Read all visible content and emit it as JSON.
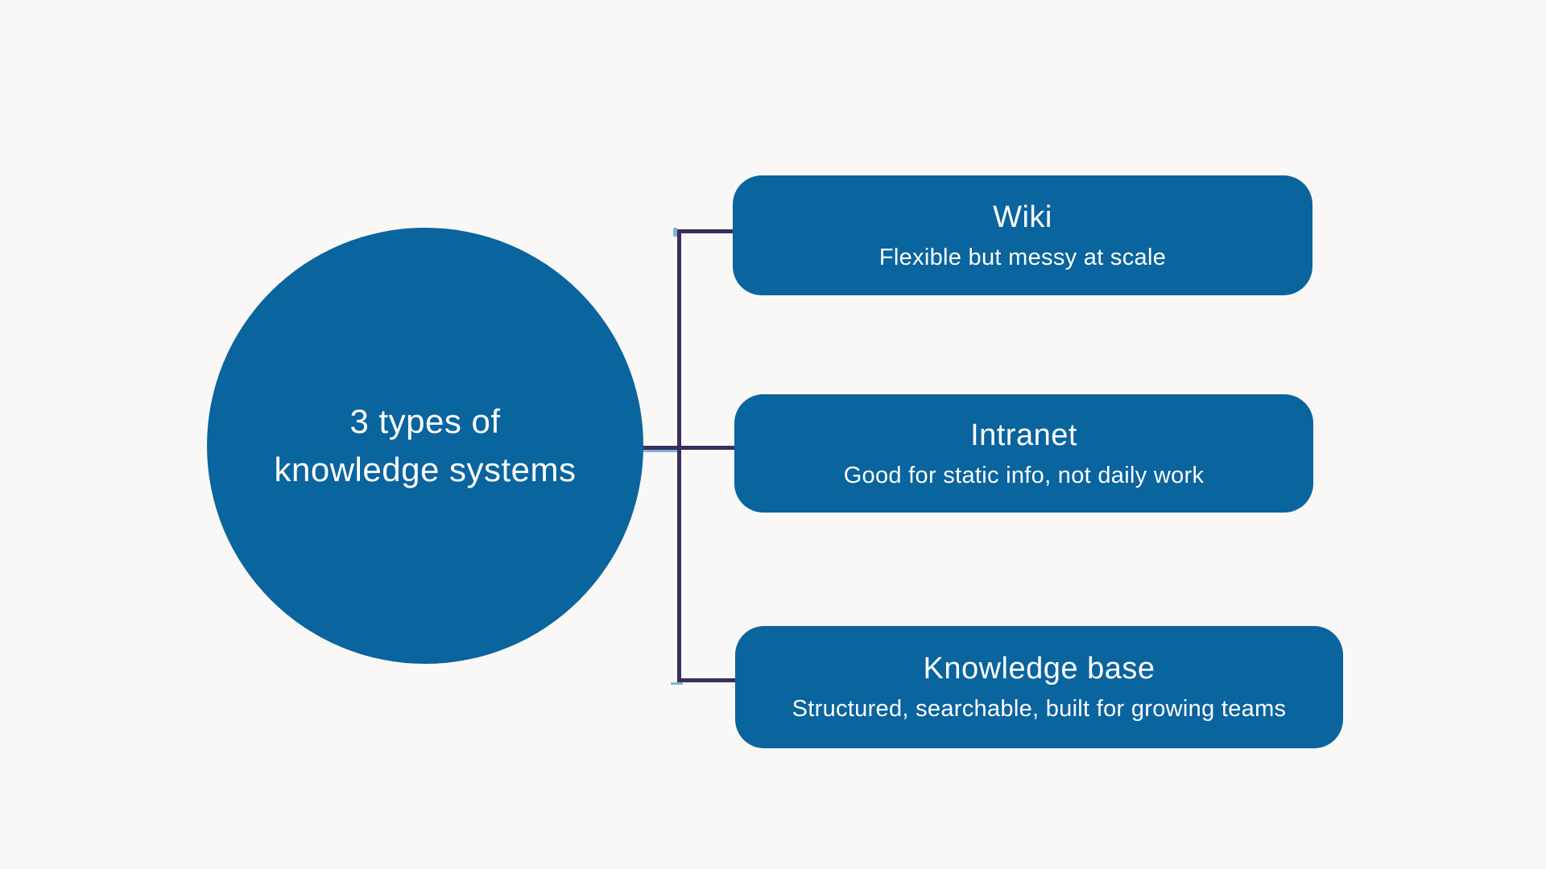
{
  "diagram_title": "3 types of knowledge systems",
  "colors": {
    "background": "#f9f8f7",
    "node_fill": "#0a649e",
    "connector": "#3a2e5e",
    "connector_accent": "#7db4d8",
    "text": "#ffffff"
  },
  "center_node": {
    "line1": "3 types of",
    "line2": "knowledge systems"
  },
  "branches": [
    {
      "id": "wiki",
      "title": "Wiki",
      "subtitle": "Flexible but messy at scale"
    },
    {
      "id": "intranet",
      "title": "Intranet",
      "subtitle": "Good for static info, not daily work"
    },
    {
      "id": "knowledge-base",
      "title": "Knowledge base",
      "subtitle": "Structured, searchable, built for growing teams"
    }
  ]
}
